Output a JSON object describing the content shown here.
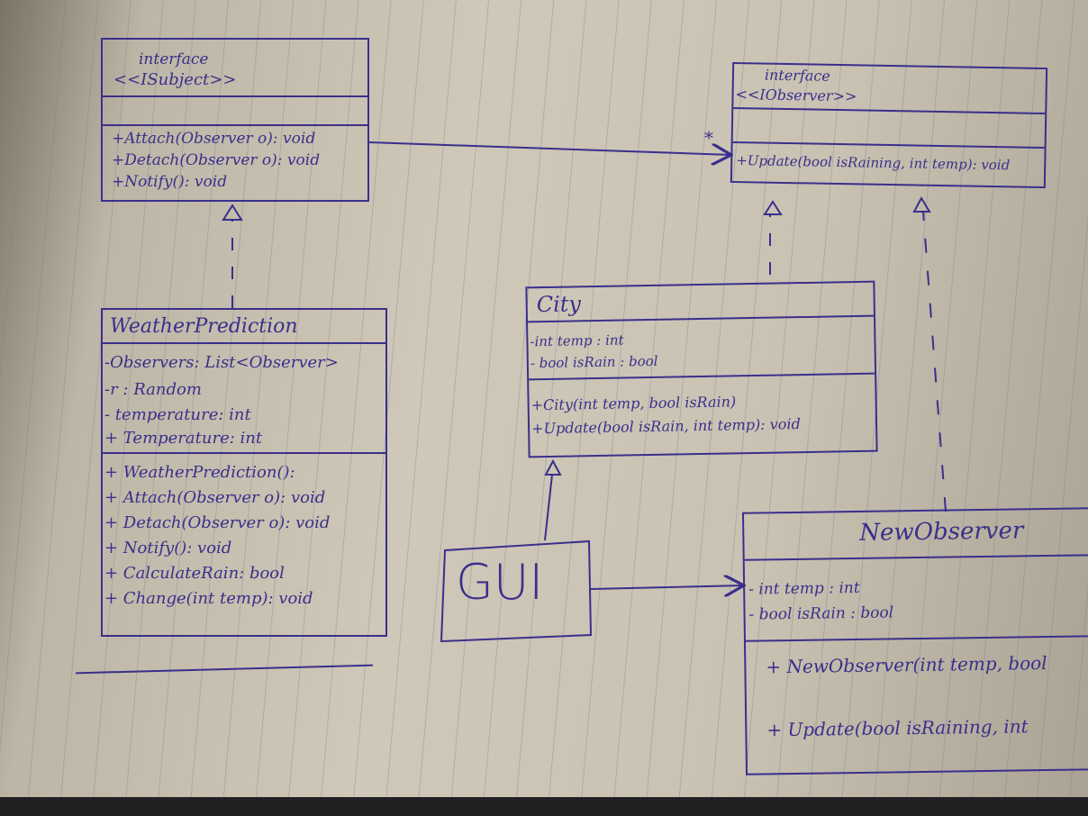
{
  "isubject": {
    "stereotype": "interface",
    "name": "<<ISubject>>",
    "methods": [
      "+Attach(Observer o): void",
      "+Detach(Observer o): void",
      "+Notify(): void"
    ]
  },
  "iobserver": {
    "stereotype": "interface",
    "name": "<<IObserver>>",
    "methods": [
      "+Update(bool isRaining, int temp): void"
    ]
  },
  "weather_prediction": {
    "name": "WeatherPrediction",
    "attributes": [
      "-Observers: List<Observer>",
      "-r : Random",
      "- temperature: int",
      "+ Temperature: int"
    ],
    "methods": [
      "+ WeatherPrediction():",
      "+ Attach(Observer o): void",
      "+ Detach(Observer o): void",
      "+ Notify(): void",
      "+ CalculateRain: bool",
      "+ Change(int temp): void"
    ]
  },
  "city": {
    "name": "City",
    "attributes": [
      "-int temp : int",
      "- bool isRain : bool"
    ],
    "methods": [
      "+City(int temp, bool isRain)",
      "+Update(bool isRain, int temp): void"
    ]
  },
  "gui": {
    "name": "GUI"
  },
  "new_observer": {
    "name": "NewObserver",
    "attributes": [
      "- int temp : int",
      "- bool isRain : bool"
    ],
    "methods": [
      "+ NewObserver(int temp, bool",
      "+ Update(bool isRaining, int"
    ]
  },
  "association": {
    "multiplicity": "*"
  },
  "colors": {
    "ink": "#3a2f8c",
    "paper": "#cfc8b8"
  }
}
